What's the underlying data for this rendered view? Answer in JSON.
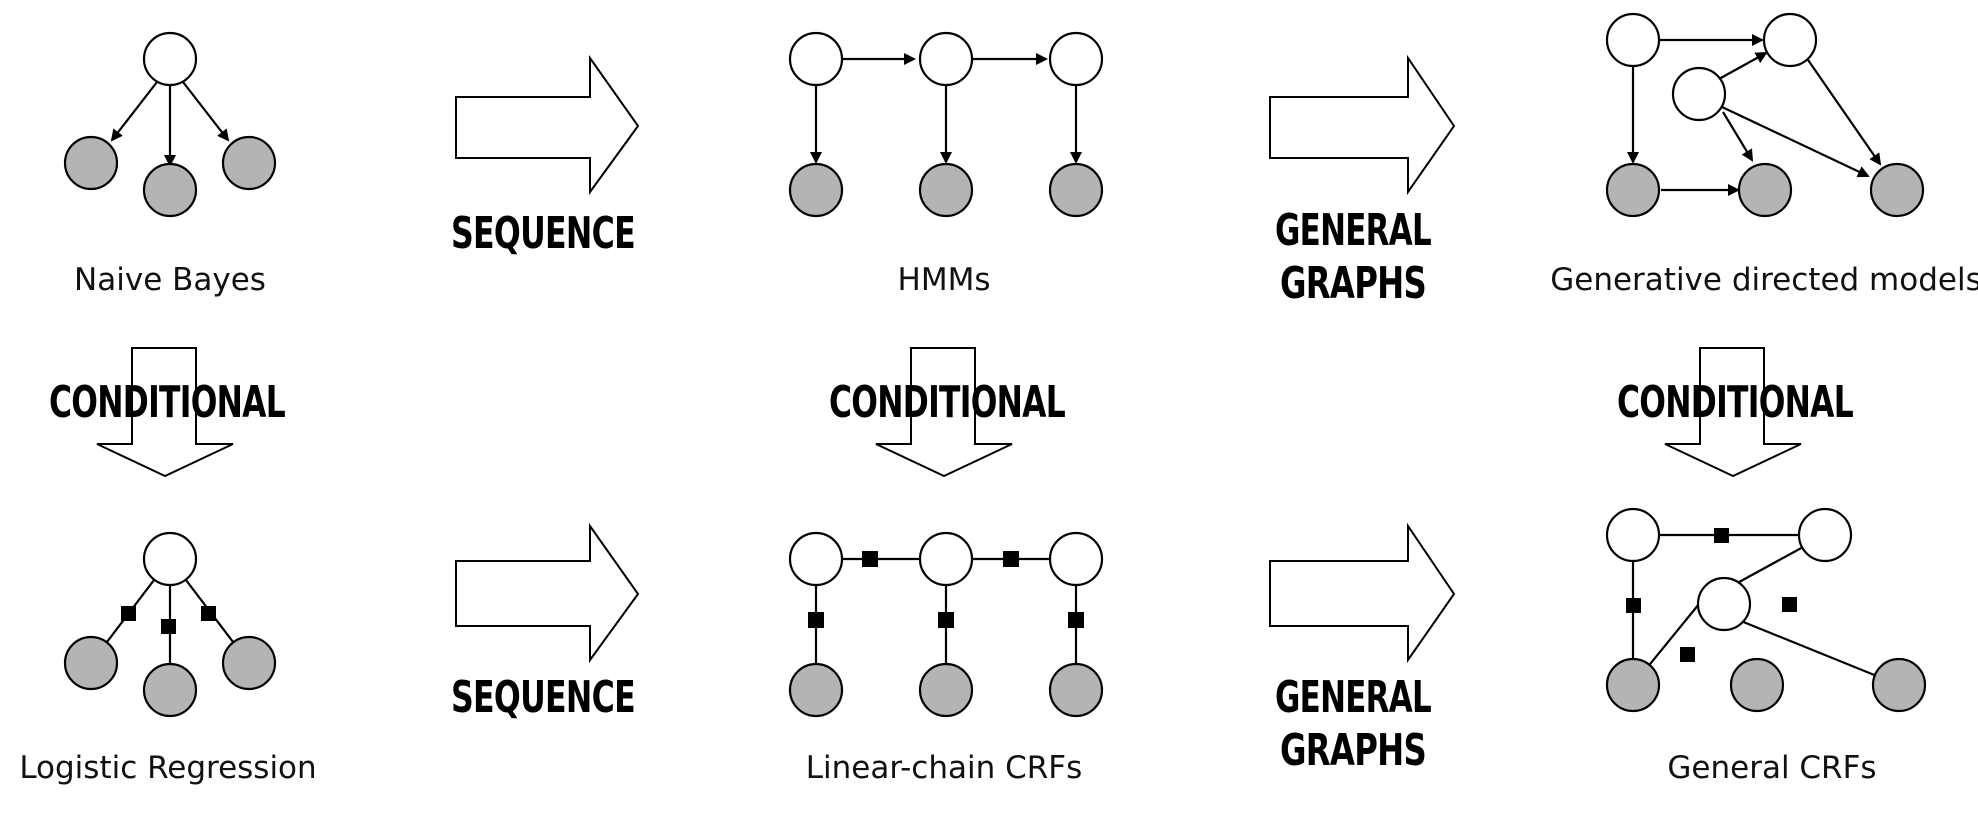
{
  "colors": {
    "observed_node": "#b4b4b4",
    "hidden_node": "#ffffff",
    "outline": "#000000"
  },
  "models": {
    "naive_bayes": "Naive Bayes",
    "hmms": "HMMs",
    "generative_directed": "Generative directed models",
    "logistic_regression": "Logistic Regression",
    "linear_chain_crfs": "Linear-chain CRFs",
    "general_crfs": "General CRFs"
  },
  "transforms": {
    "sequence": "SEQUENCE",
    "general_graphs_line1": "GENERAL",
    "general_graphs_line2": "GRAPHS",
    "conditional": "CONDITIONAL"
  }
}
